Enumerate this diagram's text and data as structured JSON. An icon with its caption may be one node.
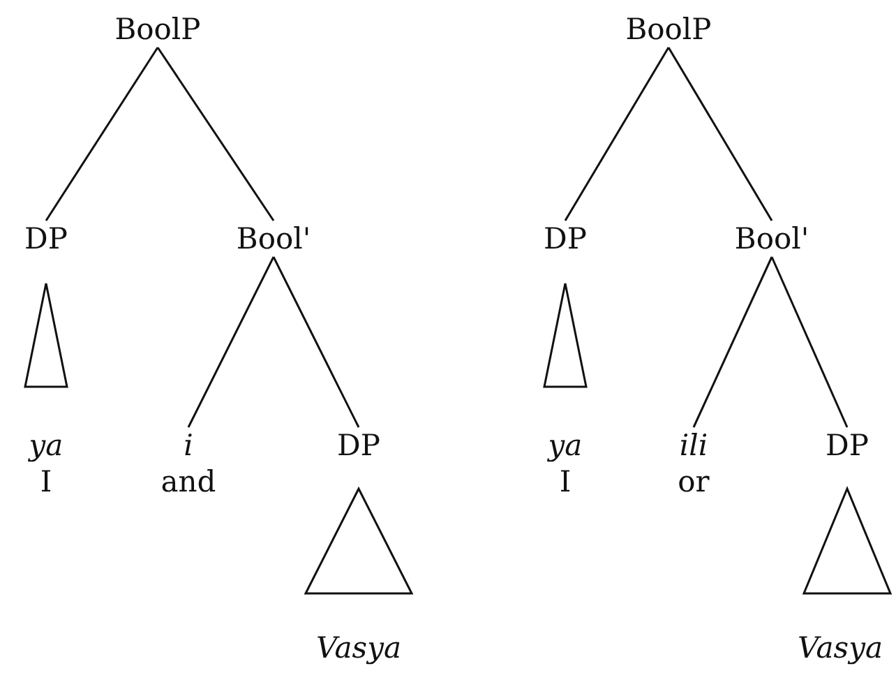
{
  "diagram": {
    "nodes": [
      {
        "text": [
          "BoolP"
        ]
      },
      {
        "text": [
          "DP"
        ]
      },
      {
        "text": [
          "Bool'"
        ]
      },
      {
        "text": [],
        "shape": "triangle"
      },
      {
        "text": [
          "ya",
          "I"
        ]
      },
      {
        "text": [
          "i",
          "and"
        ]
      },
      {
        "text": [
          "DP"
        ]
      },
      {
        "text": [],
        "shape": "triangle"
      },
      {
        "text": [
          "Vasya"
        ]
      },
      {
        "text": [
          "BoolP"
        ]
      },
      {
        "text": [
          "DP"
        ]
      },
      {
        "text": [
          "Bool'"
        ]
      },
      {
        "text": [],
        "shape": "triangle"
      },
      {
        "text": [
          "ya",
          "I"
        ]
      },
      {
        "text": [
          "ili",
          "or"
        ]
      },
      {
        "text": [
          "DP"
        ]
      },
      {
        "text": [],
        "shape": "triangle"
      },
      {
        "text": [
          "Vasya"
        ]
      }
    ],
    "edges": [
      {
        "from": 0,
        "to": 1,
        "arrow": "none"
      },
      {
        "from": 0,
        "to": 2,
        "arrow": "none"
      },
      {
        "from": 2,
        "to": 5,
        "arrow": "none"
      },
      {
        "from": 2,
        "to": 6,
        "arrow": "none"
      },
      {
        "from": 9,
        "to": 10,
        "arrow": "none"
      },
      {
        "from": 9,
        "to": 11,
        "arrow": "none"
      },
      {
        "from": 11,
        "to": 14,
        "arrow": "none"
      },
      {
        "from": 11,
        "to": 15,
        "arrow": "none"
      }
    ]
  }
}
